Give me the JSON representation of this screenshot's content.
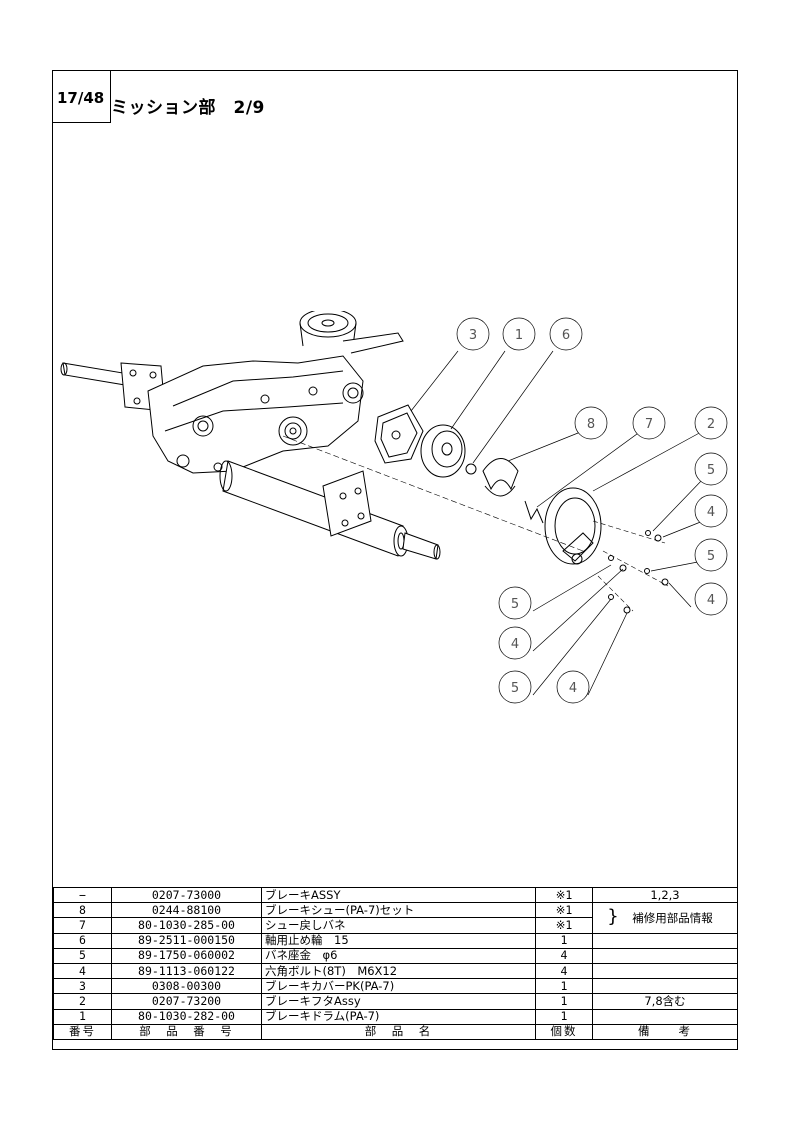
{
  "header": {
    "page": "17/48",
    "title": "ミッション部　2/9"
  },
  "callouts": [
    "3",
    "1",
    "6",
    "8",
    "7",
    "2",
    "5",
    "4",
    "5",
    "4",
    "5",
    "4",
    "5",
    "4"
  ],
  "table": {
    "headers": {
      "no": "番号",
      "code": "部　品　番　号",
      "name": "部　品　名",
      "qty": "個数",
      "note": "備　　考"
    },
    "rows": [
      {
        "no": "−",
        "code": "0207-73000",
        "name": "ブレーキASSY",
        "qty": "※1",
        "note": "1,2,3"
      },
      {
        "no": "8",
        "code": "0244-88100",
        "name": "ブレーキシュー(PA-7)セット",
        "qty": "※1",
        "note": ""
      },
      {
        "no": "7",
        "code": "80-1030-285-00",
        "name": "シュー戻しバネ",
        "qty": "※1",
        "note": ""
      },
      {
        "no": "6",
        "code": "89-2511-000150",
        "name": "軸用止め輪　15",
        "qty": "1",
        "note": ""
      },
      {
        "no": "5",
        "code": "89-1750-060002",
        "name": "バネ座金　φ6",
        "qty": "4",
        "note": ""
      },
      {
        "no": "4",
        "code": "89-1113-060122",
        "name": "六角ボルト(8T)　M6X12",
        "qty": "4",
        "note": ""
      },
      {
        "no": "3",
        "code": "0308-00300",
        "name": "ブレーキカバーPK(PA-7)",
        "qty": "1",
        "note": ""
      },
      {
        "no": "2",
        "code": "0207-73200",
        "name": "ブレーキフタAssy",
        "qty": "1",
        "note": "7,8含む"
      },
      {
        "no": "1",
        "code": "80-1030-282-00",
        "name": "ブレーキドラム(PA-7)",
        "qty": "1",
        "note": ""
      }
    ],
    "merged_note": "補修用部品情報"
  }
}
